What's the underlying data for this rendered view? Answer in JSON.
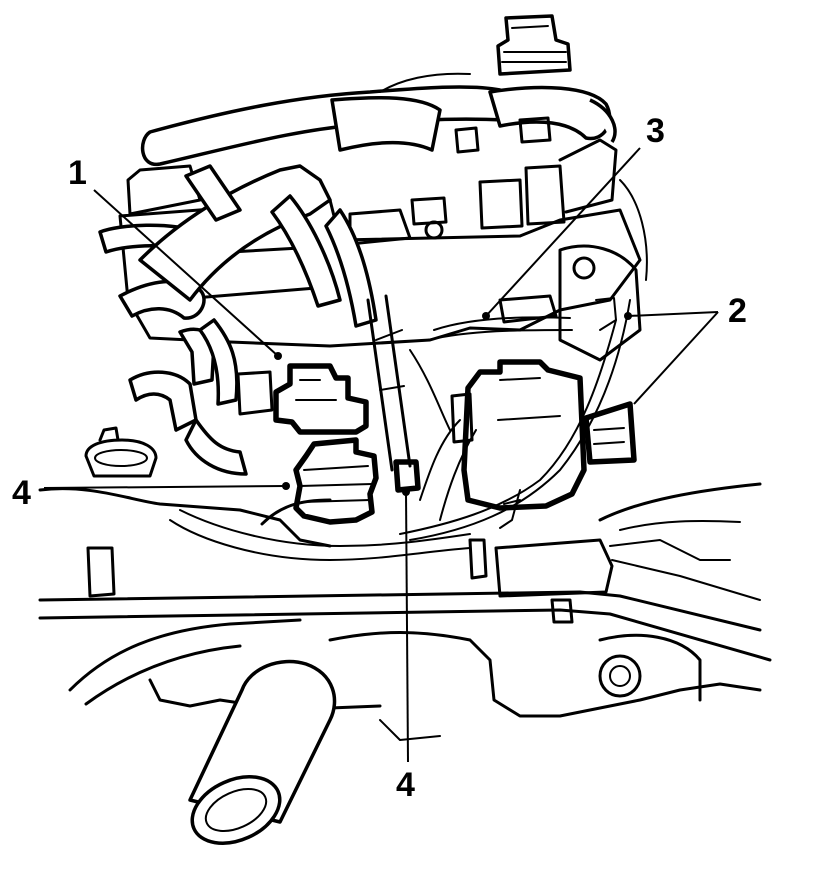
{
  "callouts": {
    "c1": "1",
    "c2": "2",
    "c3": "3",
    "c4a": "4",
    "c4b": "4"
  }
}
